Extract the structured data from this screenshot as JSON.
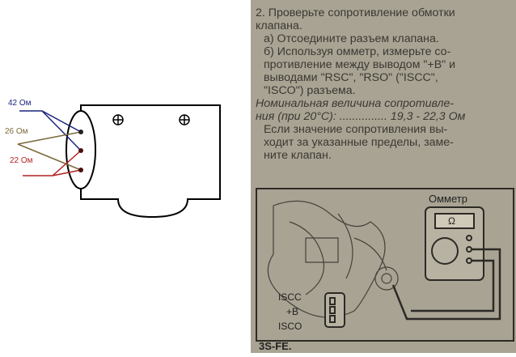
{
  "diagram": {
    "labels": [
      "42 Ом",
      "26 Ом",
      "22 Ом"
    ]
  },
  "manual": {
    "lines": [
      "2. Проверьте сопротивление обмотки",
      "клапана.",
      "а) Отсоедините разъем клапана.",
      "б) Используя омметр, измерьте со-",
      "противление между выводом \"+B\" и",
      "выводами \"RSC\", \"RSO\" (\"ISCC\",",
      "\"ISCO\") разъема.",
      "Номинальная величина сопротивле-",
      "ния (при 20°C): ............... 19,3 - 22,3 Ом",
      "Если значение сопротивления вы-",
      "ходит за указанные пределы, заме-",
      "ните клапан."
    ],
    "figure": {
      "ohmmeter": "Омметр",
      "ohm_symbol": "Ω",
      "pins": [
        "ISCC",
        "+B",
        "ISCO"
      ],
      "engine": "3S-FE."
    }
  }
}
